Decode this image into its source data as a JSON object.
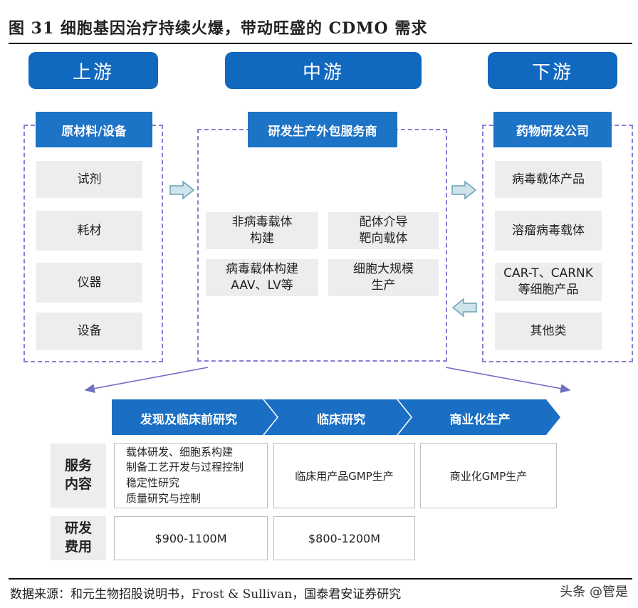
{
  "title": "图 31 细胞基因治疗持续火爆，带动旺盛的 CDMO 需求",
  "stages": {
    "upstream": "上游",
    "midstream": "中游",
    "downstream": "下游"
  },
  "upstream": {
    "header": "原材料/设备",
    "items": [
      "试剂",
      "耗材",
      "仪器",
      "设备"
    ]
  },
  "midstream": {
    "header": "研发生产外包服务商",
    "items": [
      [
        "非病毒载体",
        "构建"
      ],
      [
        "配体介导",
        "靶向载体"
      ],
      [
        "病毒载体构建",
        "AAV、LV等"
      ],
      [
        "细胞大规模",
        "生产"
      ]
    ]
  },
  "downstream": {
    "header": "药物研发公司",
    "items": [
      [
        "病毒载体产品"
      ],
      [
        "溶瘤病毒载体"
      ],
      [
        "CAR-T、CARNK",
        "等细胞产品"
      ],
      [
        "其他类"
      ]
    ]
  },
  "phases": [
    "发现及临床前研究",
    "临床研究",
    "商业化生产"
  ],
  "table": {
    "service_label": [
      "服务",
      "内容"
    ],
    "cost_label": [
      "研发",
      "费用"
    ],
    "services": [
      [
        "载体研发、细胞系构建",
        "制备工艺开发与过程控制",
        "稳定性研究",
        "质量研究与控制"
      ],
      [
        "临床用产品GMP生产"
      ],
      [
        "商业化GMP生产"
      ]
    ],
    "costs": [
      "$900-1100M",
      "$800-1200M"
    ]
  },
  "source": "数据来源：和元生物招股说明书，Frost & Sullivan，国泰君安证券研究",
  "watermark": "头条 @管是",
  "colors": {
    "stage_blue": "#1168bf",
    "header_blue": "#1d73c6",
    "phase_blue": "#1a6fc4",
    "dash_purple": "#8a7fd6",
    "arrow_fill": "#cfe3ea",
    "arrow_stroke": "#6aa0b3",
    "box_gray": "#ededed"
  }
}
